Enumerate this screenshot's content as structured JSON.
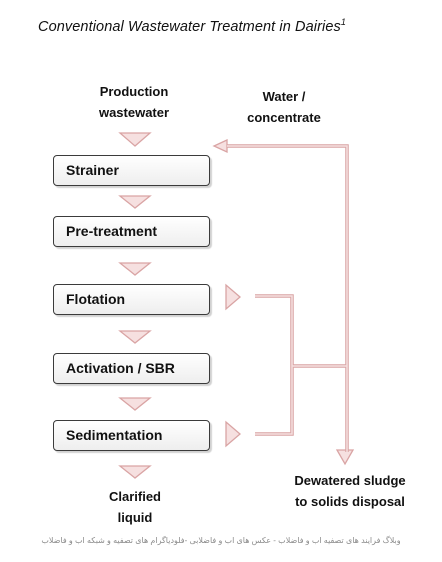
{
  "title": "Conventional Wastewater Treatment in Dairies",
  "title_sup": "1",
  "input_label": [
    "Production",
    "wastewater"
  ],
  "recycle_label": [
    "Water /",
    "concentrate"
  ],
  "steps": [
    "Strainer",
    "Pre-treatment",
    "Flotation",
    "Activation / SBR",
    "Sedimentation"
  ],
  "output_label": [
    "Clarified",
    "liquid"
  ],
  "sludge_label": [
    "Dewatered sludge",
    "to solids disposal"
  ],
  "footer": "وبلاگ فرایند های تصفیه اب و فاضلاب - عکس های اب و فاضلابی -فلودیاگرام های تصفیه و شبکه اب و فاضلاب",
  "colors": {
    "arrow_stroke": "#d9a4a4",
    "arrow_fill": "#f6e0e0",
    "box_border": "#3b3b3b"
  }
}
